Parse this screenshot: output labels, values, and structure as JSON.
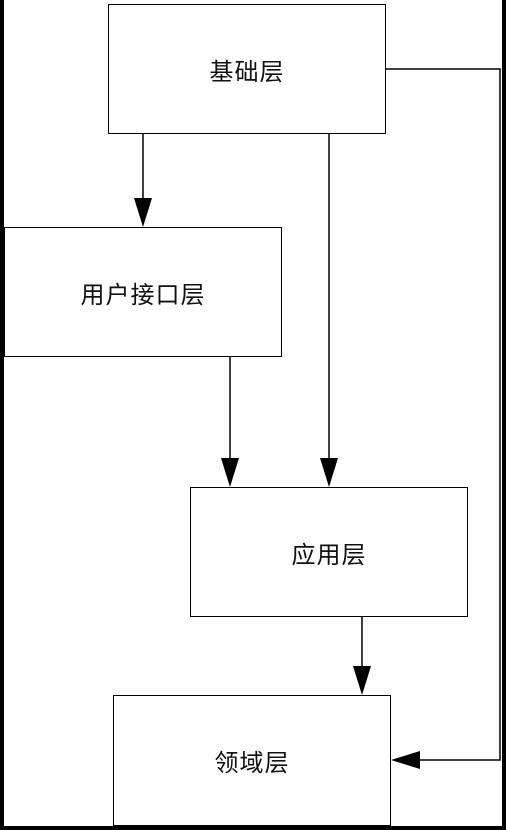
{
  "diagram": {
    "nodes": {
      "foundation": {
        "label": "基础层"
      },
      "user_interface": {
        "label": "用户接口层"
      },
      "application": {
        "label": "应用层"
      },
      "domain": {
        "label": "领域层"
      }
    },
    "edges": [
      {
        "from": "foundation",
        "to": "user_interface"
      },
      {
        "from": "foundation",
        "to": "application"
      },
      {
        "from": "foundation",
        "to": "domain"
      },
      {
        "from": "user_interface",
        "to": "application"
      },
      {
        "from": "application",
        "to": "domain"
      }
    ],
    "colors": {
      "background": "#ffffff",
      "frame": "#000000",
      "stroke": "#000000",
      "text": "#111111"
    }
  }
}
